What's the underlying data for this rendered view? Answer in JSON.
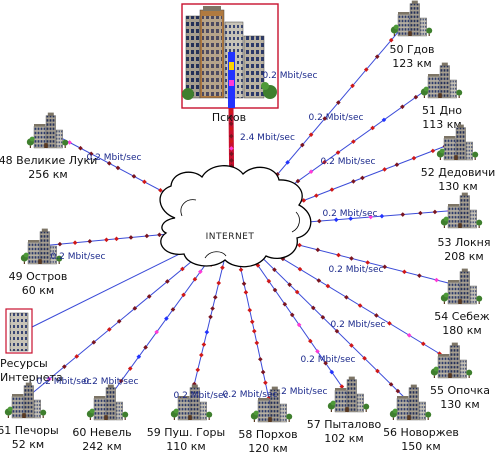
{
  "colors": {
    "link": "#3b4bd8",
    "main_link": "#c8102e",
    "packet_red": "#d01818",
    "packet_dark": "#7a1420",
    "packet_pink": "#ff3bd6",
    "packet_blue": "#2233ff",
    "cloud_fill": "#ffffff",
    "cloud_stroke": "#000000",
    "text": "#111111",
    "speed_text": "#1c2a8c"
  },
  "hub": {
    "label": "INTERNET"
  },
  "center": {
    "label": "Псков",
    "speed": "2.4 Mbit/sec"
  },
  "resources": {
    "line1": "Ресурсы",
    "line2": "Интернета"
  },
  "nodes": [
    {
      "id": "gdov",
      "line1": "50 Гдов",
      "line2": "123 км",
      "speed": "0.2 Mbit/sec"
    },
    {
      "id": "dno",
      "line1": "51 Дно",
      "line2": "113 км",
      "speed": "0.2 Mbit/sec"
    },
    {
      "id": "dedovichi",
      "line1": "52 Дедовичи",
      "line2": "130 км",
      "speed": "0.2 Mbit/sec"
    },
    {
      "id": "loknya",
      "line1": "53 Локня",
      "line2": "208 км",
      "speed": "0.2 Mbit/sec"
    },
    {
      "id": "sebezh",
      "line1": "54 Себеж",
      "line2": "180 км",
      "speed": "0.2 Mbit/sec"
    },
    {
      "id": "opochka",
      "line1": "55 Опочка",
      "line2": "130 км",
      "speed": "0.2 Mbit/sec"
    },
    {
      "id": "novorzhev",
      "line1": "56 Новоржев",
      "line2": "150 км",
      "speed": "0.2 Mbit/sec"
    },
    {
      "id": "pytalovo",
      "line1": "57 Пыталово",
      "line2": "102 км",
      "speed": "0.2 Mbit/sec"
    },
    {
      "id": "porkhov",
      "line1": "58 Порхов",
      "line2": "120 км",
      "speed": "0.2 Mbit/sec"
    },
    {
      "id": "pushgory",
      "line1": "59 Пуш. Горы",
      "line2": "110 км",
      "speed": "0.2 Mbit/sec"
    },
    {
      "id": "nevel",
      "line1": "60 Невель",
      "line2": "242 км",
      "speed": "0.2 Mbit/sec"
    },
    {
      "id": "pechory",
      "line1": "61 Печоры",
      "line2": "52 км",
      "speed": "0.2 Mbit/sec"
    },
    {
      "id": "ostrov",
      "line1": "49 Остров",
      "line2": "60 км",
      "speed": "0.2 Mbit/sec"
    },
    {
      "id": "vluki",
      "line1": "48 Великие Луки",
      "line2": "256 км",
      "speed": "0.2 Mbit/sec"
    }
  ]
}
